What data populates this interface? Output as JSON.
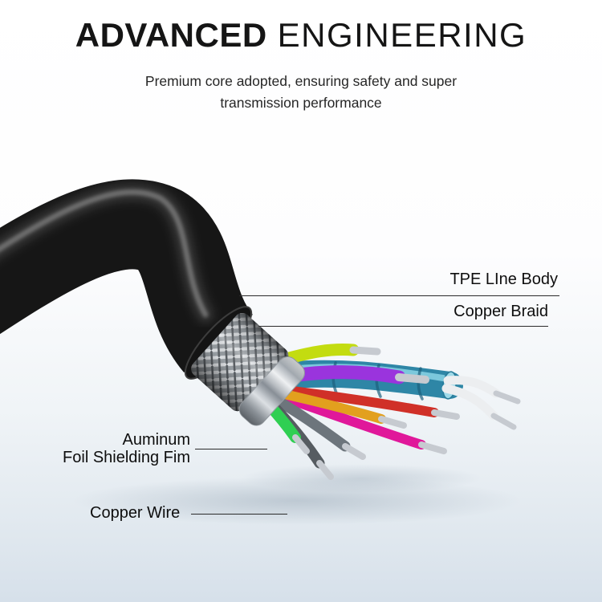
{
  "header": {
    "title_bold": "ADVANCED",
    "title_light": "ENGINEERING",
    "subtitle_line1": "Premium core adopted, ensuring safety and super",
    "subtitle_line2": "transmission performance"
  },
  "callouts": {
    "tpe_line_body": "TPE LIne Body",
    "copper_braid": "Copper Braid",
    "aluminum_foil_line1": "Auminum",
    "aluminum_foil_line2": "Foil Shielding Fim",
    "copper_wire": "Copper Wire"
  },
  "colors": {
    "jacket_black": "#161616",
    "tip_silver": "#c6cad0",
    "wire_yellow_green": "#c3dc10",
    "wire_teal": "#2e86a6",
    "wire_teal_highlight": "#8fd8ea",
    "wire_white": "#eceef0",
    "wire_purple": "#9a34dd",
    "wire_green": "#2fcf52",
    "wire_orange": "#e2a01e",
    "wire_red": "#d03028",
    "wire_magenta": "#e0189a",
    "wire_gray_light": "#6d757c",
    "wire_gray_dark": "#565c61"
  }
}
